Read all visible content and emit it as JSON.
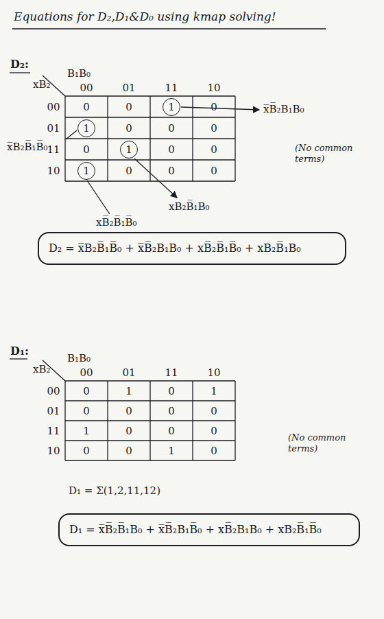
{
  "diagram": {
    "title": "Equations for D₂,D₁&D₀ using kmap solving!",
    "nodes": [
      {
        "text": [
          "1"
        ]
      },
      {
        "text": [
          "1"
        ]
      },
      {
        "text": [
          "1"
        ]
      },
      {
        "text": [
          "1"
        ]
      },
      {
        "text": [
          "D₂ = x̅B₂B̅₁B̅₀ + x̅B̅₂B₁B₀ + xB̅₂B̅₁B̅₀ + xB₂B̅₁B₀"
        ]
      },
      {
        "text": [
          "D₁ = x̅B̅₂B̅₁B₀ + x̅B̅₂B₁B̅₀ + xB̅₂B₁B₀ + xB₂B̅₁B̅₀"
        ]
      }
    ],
    "labels": [
      "D₂:",
      "B₁B₀",
      "xB₂",
      "00",
      "01",
      "11",
      "10",
      "00",
      "01",
      "11",
      "10",
      "0",
      "0",
      "0",
      "0",
      "0",
      "0",
      "0",
      "0",
      "0",
      "0",
      "0",
      "0",
      "x̅B̅₂B₁B₀",
      "x̅B₂B̅₁B̅₀",
      "xB₂B̅₁B₀",
      "xB̅₂B̅₁B̅₀",
      "(No common terms)",
      "D₁:",
      "B₁B₀",
      "xB₂",
      "00",
      "01",
      "11",
      "10",
      "00",
      "01",
      "11",
      "10",
      "0",
      "1",
      "0",
      "1",
      "0",
      "0",
      "0",
      "0",
      "1",
      "0",
      "0",
      "0",
      "0",
      "0",
      "1",
      "0",
      "(No common terms)",
      "D₁ = Σ(1,2,11,12)"
    ]
  }
}
